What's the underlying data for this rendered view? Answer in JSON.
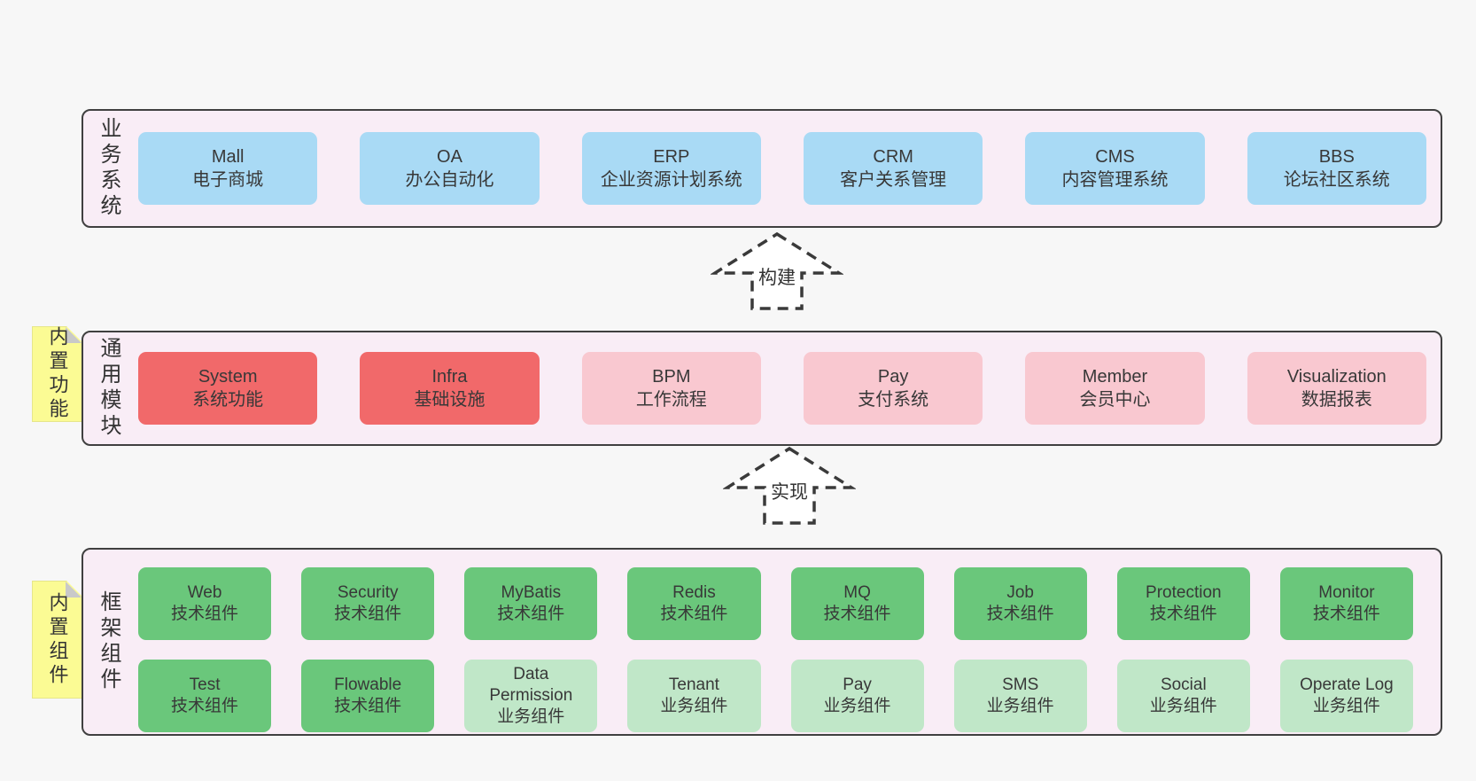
{
  "colors": {
    "page_bg": "#f7f7f7",
    "band_bg": "#f9edf6",
    "band_border": "#404040",
    "blue_box": "#a9daf5",
    "red_box": "#f1696a",
    "pink_box": "#f9c8d0",
    "green_box": "#6ac77b",
    "green_light_box": "#c0e7c8",
    "sticky_bg": "#fbfb94",
    "sticky_fold": "#c9c9c9",
    "text": "#383838",
    "arrow_stroke": "#3a3a3a"
  },
  "bands": [
    {
      "label": "业务系统",
      "boxes": [
        {
          "en": "Mall",
          "zh": "电子商城"
        },
        {
          "en": "OA",
          "zh": "办公自动化"
        },
        {
          "en": "ERP",
          "zh": "企业资源计划系统"
        },
        {
          "en": "CRM",
          "zh": "客户关系管理"
        },
        {
          "en": "CMS",
          "zh": "内容管理系统"
        },
        {
          "en": "BBS",
          "zh": "论坛社区系统"
        }
      ]
    },
    {
      "label": "通用模块",
      "sticky": "内置功能",
      "boxes": [
        {
          "en": "System",
          "zh": "系统功能"
        },
        {
          "en": "Infra",
          "zh": "基础设施"
        },
        {
          "en": "BPM",
          "zh": "工作流程"
        },
        {
          "en": "Pay",
          "zh": "支付系统"
        },
        {
          "en": "Member",
          "zh": "会员中心"
        },
        {
          "en": "Visualization",
          "zh": "数据报表"
        }
      ]
    },
    {
      "label": "框架组件",
      "sticky": "内置组件",
      "row1": [
        {
          "en": "Web",
          "zh": "技术组件"
        },
        {
          "en": "Security",
          "zh": "技术组件"
        },
        {
          "en": "MyBatis",
          "zh": "技术组件"
        },
        {
          "en": "Redis",
          "zh": "技术组件"
        },
        {
          "en": "MQ",
          "zh": "技术组件"
        },
        {
          "en": "Job",
          "zh": "技术组件"
        },
        {
          "en": "Protection",
          "zh": "技术组件"
        },
        {
          "en": "Monitor",
          "zh": "技术组件"
        }
      ],
      "row2": [
        {
          "en": "Test",
          "zh": "技术组件"
        },
        {
          "en": "Flowable",
          "zh": "技术组件"
        },
        {
          "en": "Data Permission",
          "zh": "业务组件"
        },
        {
          "en": "Tenant",
          "zh": "业务组件"
        },
        {
          "en": "Pay",
          "zh": "业务组件"
        },
        {
          "en": "SMS",
          "zh": "业务组件"
        },
        {
          "en": "Social",
          "zh": "业务组件"
        },
        {
          "en": "Operate Log",
          "zh": "业务组件"
        }
      ]
    }
  ],
  "arrows": [
    {
      "label": "构建"
    },
    {
      "label": "实现"
    }
  ]
}
